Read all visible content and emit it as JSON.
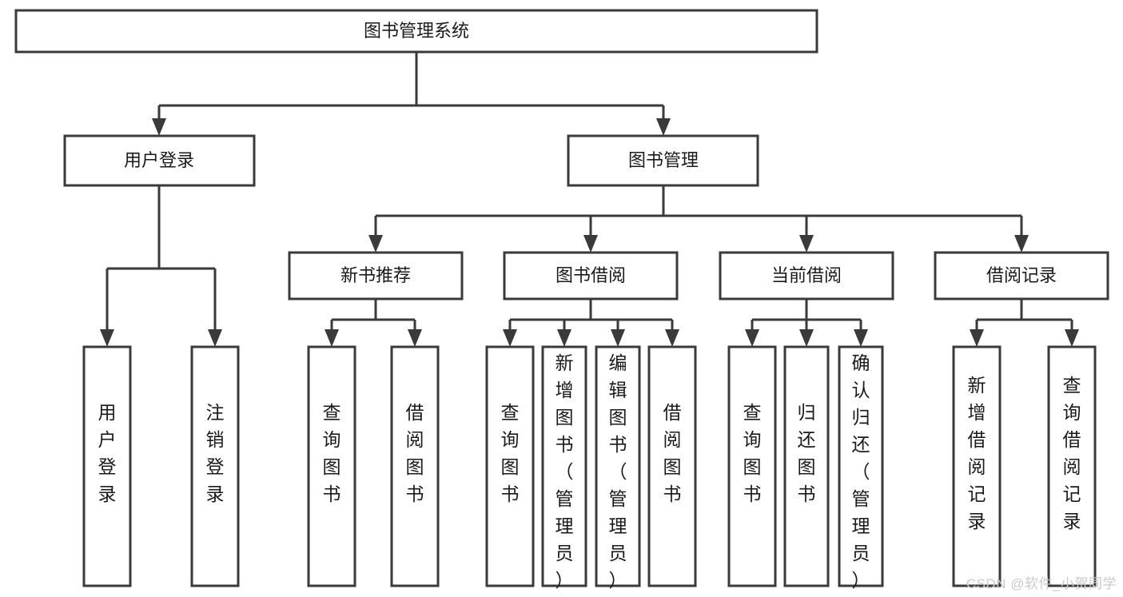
{
  "diagram": {
    "type": "tree-hierarchy",
    "title": "图书管理系统",
    "root": {
      "label": "图书管理系统"
    },
    "level2": [
      {
        "label": "用户登录"
      },
      {
        "label": "图书管理"
      }
    ],
    "level3": [
      {
        "label": "新书推荐",
        "parent": "图书管理"
      },
      {
        "label": "图书借阅",
        "parent": "图书管理"
      },
      {
        "label": "当前借阅",
        "parent": "图书管理"
      },
      {
        "label": "借阅记录",
        "parent": "图书管理"
      }
    ],
    "leaves": {
      "用户登录": [
        {
          "label": "用户登录"
        },
        {
          "label": "注销登录"
        }
      ],
      "新书推荐": [
        {
          "label": "查询图书"
        },
        {
          "label": "借阅图书"
        }
      ],
      "图书借阅": [
        {
          "label": "查询图书"
        },
        {
          "label": "新增图书（管理员）"
        },
        {
          "label": "编辑图书（管理员）"
        },
        {
          "label": "借阅图书"
        }
      ],
      "当前借阅": [
        {
          "label": "查询图书"
        },
        {
          "label": "归还图书"
        },
        {
          "label": "确认归还（管理员）"
        }
      ],
      "借阅记录": [
        {
          "label": "新增借阅记录"
        },
        {
          "label": "查询借阅记录"
        }
      ]
    },
    "colors": {
      "stroke": "#3a3a3a",
      "fill": "#ffffff",
      "text": "#1a1a1a",
      "watermark": "#c9c9c9"
    }
  },
  "watermark": {
    "text": "CSDN @软件_小贺同学"
  }
}
